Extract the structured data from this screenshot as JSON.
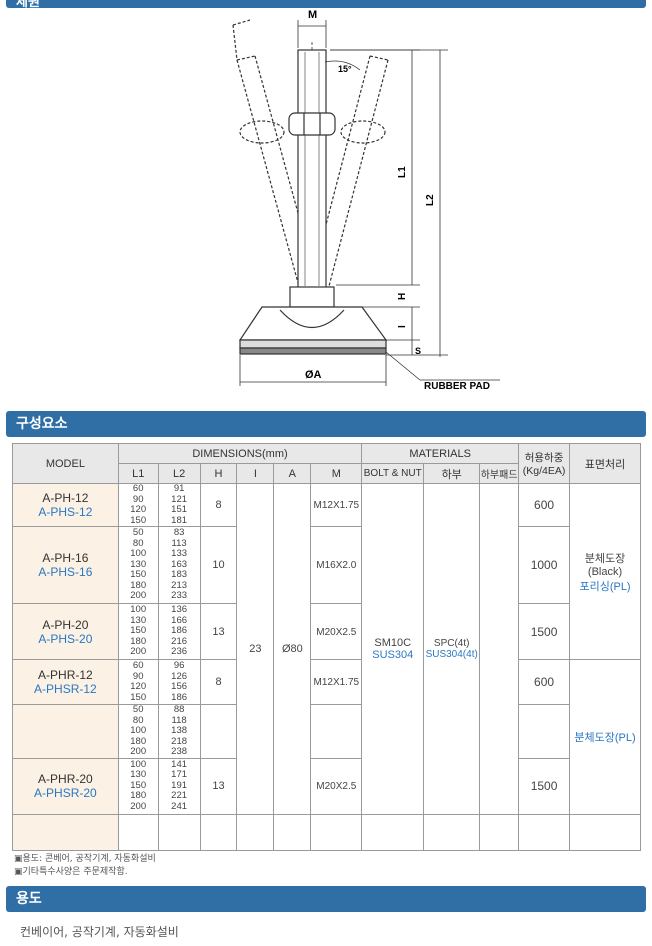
{
  "header": {
    "top_label": "제원"
  },
  "diagram": {
    "labels": {
      "m": "M",
      "angle": "15°",
      "l1": "L1",
      "l2": "L2",
      "h": "H",
      "i": "I",
      "s": "S",
      "a": "ØA",
      "rubber_pad": "RUBBER PAD"
    }
  },
  "section_components": {
    "title": "구성요소"
  },
  "table": {
    "headers": {
      "model": "MODEL",
      "dimensions": "DIMENSIONS(mm)",
      "materials": "MATERIALS",
      "load": "허용하중 (Kg/4EA)",
      "surface": "표면처리",
      "l1": "L1",
      "l2": "L2",
      "h": "H",
      "i": "I",
      "a": "A",
      "m": "M",
      "bolt_nut": "BOLT & NUT",
      "base": "하부",
      "pad": "하부패드"
    },
    "rows": [
      {
        "model_a": "A-PH-12",
        "model_b": "A-PHS-12",
        "l1": [
          "60",
          "90",
          "120",
          "150"
        ],
        "l2": [
          "91",
          "121",
          "151",
          "181"
        ],
        "h": "8",
        "m": "M12X1.75",
        "load": "600"
      },
      {
        "model_a": "A-PH-16",
        "model_b": "A-PHS-16",
        "l1": [
          "50",
          "80",
          "100",
          "130",
          "150",
          "180",
          "200"
        ],
        "l2": [
          "83",
          "113",
          "133",
          "163",
          "183",
          "213",
          "233"
        ],
        "h": "10",
        "m": "M16X2.0",
        "load": "1000"
      },
      {
        "model_a": "A-PH-20",
        "model_b": "A-PHS-20",
        "l1": [
          "100",
          "130",
          "150",
          "180",
          "200"
        ],
        "l2": [
          "136",
          "166",
          "186",
          "216",
          "236"
        ],
        "h": "13",
        "m": "M20X2.5",
        "load": "1500"
      },
      {
        "model_a": "A-PHR-12",
        "model_b": "A-PHSR-12",
        "l1": [
          "60",
          "90",
          "120",
          "150"
        ],
        "l2": [
          "96",
          "126",
          "156",
          "186"
        ],
        "h": "8",
        "m": "M12X1.75",
        "load": "600"
      },
      {
        "model_a": "",
        "model_b": "",
        "l1": [
          "50",
          "80",
          "100",
          "180",
          "200"
        ],
        "l2": [
          "88",
          "118",
          "138",
          "218",
          "238"
        ],
        "h": "",
        "m": "",
        "load": ""
      },
      {
        "model_a": "A-PHR-20",
        "model_b": "A-PHSR-20",
        "l1": [
          "100",
          "130",
          "150",
          "180",
          "200"
        ],
        "l2": [
          "141",
          "171",
          "191",
          "221",
          "241"
        ],
        "h": "13",
        "m": "M20X2.5",
        "load": "1500"
      }
    ],
    "shared": {
      "i": "23",
      "a": "Ø80",
      "bolt_a": "SM10C",
      "bolt_b": "SUS304",
      "base_a": "SPC(4t)",
      "base_b": "SUS304(4t)"
    },
    "surface_1": {
      "line1": "분체도장",
      "line2": "(Black)",
      "line3": "포리싱(PL)"
    },
    "surface_2": {
      "line1": "분체도장(PL)"
    }
  },
  "notes": [
    "▣용도: 콘베어, 공작기계, 자동화설비",
    "▣기타특수사양은 주문제작함."
  ],
  "section_usage": {
    "title": "용도"
  },
  "usage_text": "컨베이어, 공작기계, 자동화설비",
  "colors": {
    "bar": "#2f6fa6",
    "model_bg": "#fbf1e4",
    "blue_text": "#2a78c2"
  }
}
